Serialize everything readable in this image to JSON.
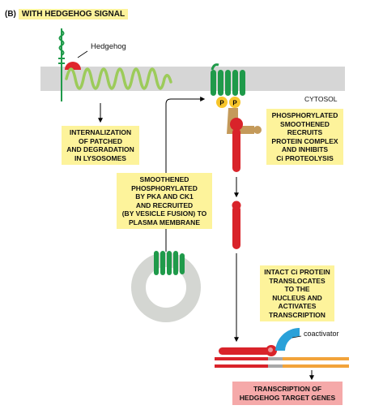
{
  "panel": {
    "letter": "(B)",
    "title": "WITH HEDGEHOG SIGNAL"
  },
  "labels": {
    "hedgehog": "Hedgehog",
    "cytosol": "CYTOSOL",
    "coactivator": "coactivator",
    "phospho_p": "P"
  },
  "boxes": {
    "internalization": [
      "INTERNALIZATION",
      "OF PATCHED",
      "AND DEGRADATION",
      "IN LYSOSOMES"
    ],
    "smoothened": [
      "SMOOTHENED",
      "PHOSPHORYLATED",
      "BY PKA AND CK1",
      "AND RECRUITED",
      "(BY VESICLE FUSION) TO",
      "PLASMA MEMBRANE"
    ],
    "phosphorylated": [
      "PHOSPHORYLATED",
      "SMOOTHENED",
      "RECRUITS",
      "PROTEIN COMPLEX",
      "AND INHIBITS",
      "Ci PROTEOLYSIS"
    ],
    "intact_ci": [
      "INTACT Ci PROTEIN",
      "TRANSLOCATES",
      "TO THE",
      "NUCLEUS AND",
      "ACTIVATES",
      "TRANSCRIPTION"
    ],
    "transcription": [
      "TRANSCRIPTION OF",
      "HEDGEHOG TARGET GENES"
    ]
  },
  "colors": {
    "membrane": "#d6d6d6",
    "smoothened": "#1f9a4a",
    "patched": "#9ccb5a",
    "hedgehog": "#e0252b",
    "ci": "#d9232a",
    "complex": "#c49a5a",
    "phospho": "#f7c52b",
    "coactivator": "#2aa1d9",
    "dna": "#f2a33a",
    "yellow_box": "#fdf39b",
    "pink_box": "#f5a9a9"
  }
}
